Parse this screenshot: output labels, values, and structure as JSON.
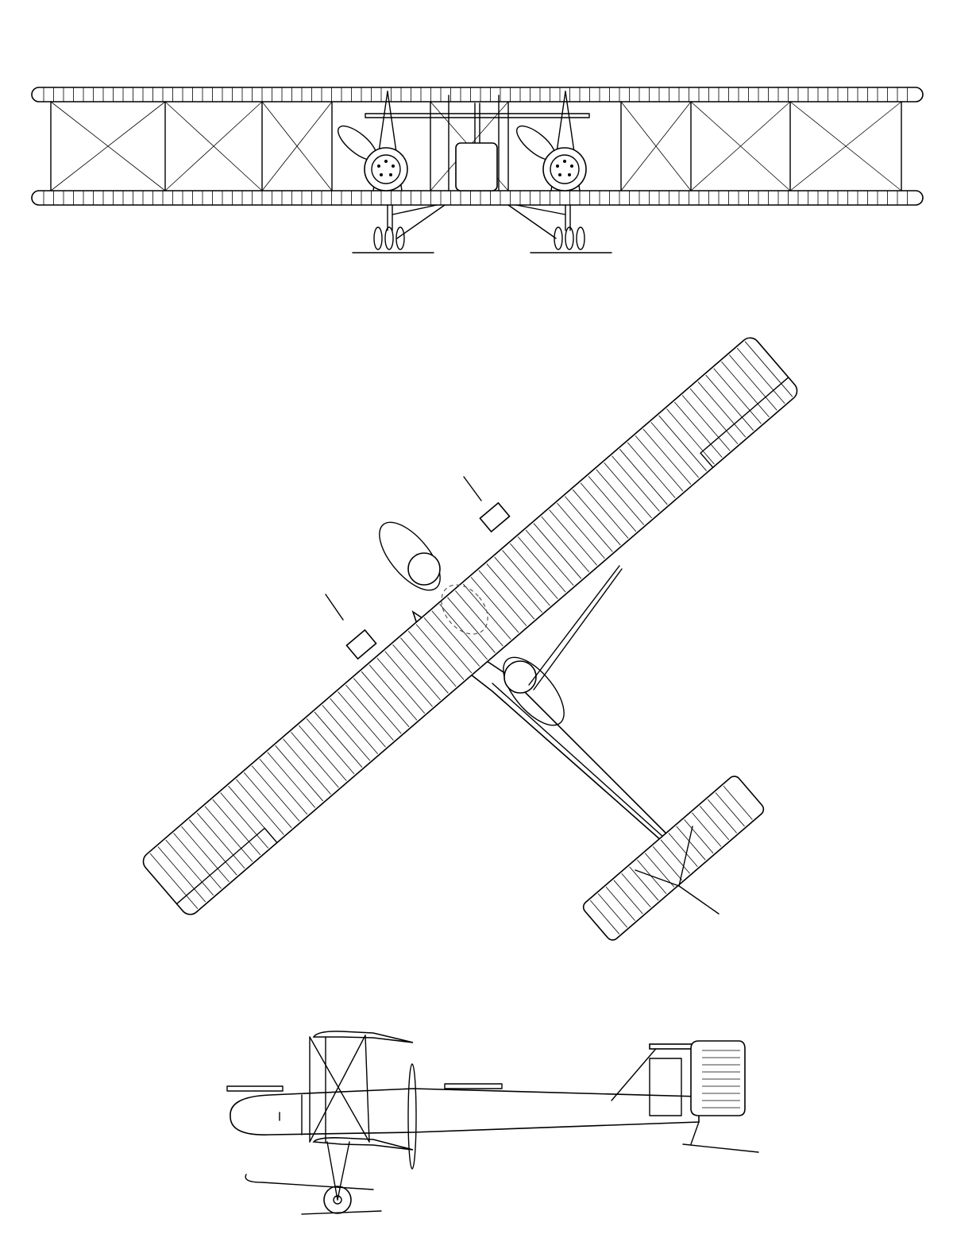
{
  "drawing": {
    "views": [
      "front",
      "plan",
      "side"
    ],
    "line_color": "#000000",
    "background": "#ffffff",
    "subject": "biplane-bomber-three-view"
  }
}
